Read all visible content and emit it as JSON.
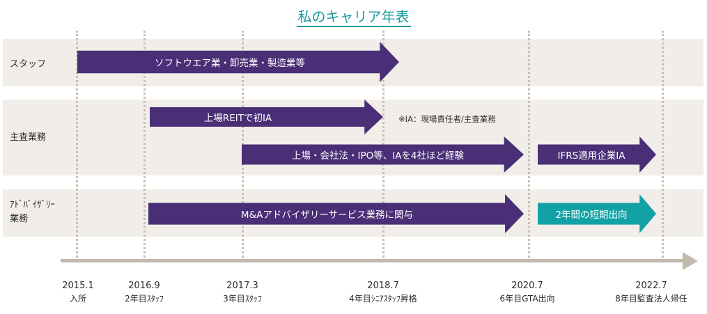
{
  "title": "私のキャリア年表",
  "rows": {
    "staff": "スタッフ",
    "main": "主査業務",
    "advisory_line1": "ｱﾄﾞﾊﾞｲｻﾞﾘｰ",
    "advisory_line2": "業務"
  },
  "arrows": {
    "software": "ソフトウエア業・卸売業・製造業等",
    "reit": "上場REITで初IA",
    "listed": "上場・会社法・IPO等、IAを4社ほど経験",
    "ifrs": "IFRS適用企業IA",
    "ma": "M&Aアドバイザリーサービス業務に関与",
    "secondment": "2年間の短期出向"
  },
  "note": "※IA：現場責任者/主査業務",
  "timeline": [
    {
      "date": "2015.1",
      "event": "入所"
    },
    {
      "date": "2016.9",
      "event": "2年目ｽﾀｯﾌ"
    },
    {
      "date": "2017.3",
      "event": "3年目ｽﾀｯﾌ"
    },
    {
      "date": "2018.7",
      "event": "4年目ｼﾆｱｽﾀｯﾌ昇格"
    },
    {
      "date": "2020.7",
      "event": "6年目GTA出向"
    },
    {
      "date": "2022.7",
      "event": "8年目監査法人帰任"
    }
  ],
  "colors": {
    "arrow_purple": "#4a2e76",
    "arrow_teal": "#12a2a6",
    "band": "#f1eeea",
    "axis": "#c3b9ad",
    "title": "#1a9aa0"
  }
}
